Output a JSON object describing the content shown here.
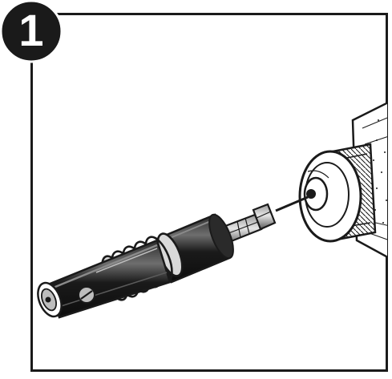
{
  "step": {
    "number": "1"
  },
  "colors": {
    "ink": "#1a1a1a",
    "paper": "#ffffff",
    "shade": "#7a7a7a",
    "light_shade": "#bdbdbd"
  },
  "illustration": {
    "parts": [
      "drill-chuck",
      "hex-shank",
      "bit-holder-sleeve",
      "spring",
      "pivoting-guide-tip"
    ],
    "action": "insert-hex-shank-into-drill-chuck"
  }
}
